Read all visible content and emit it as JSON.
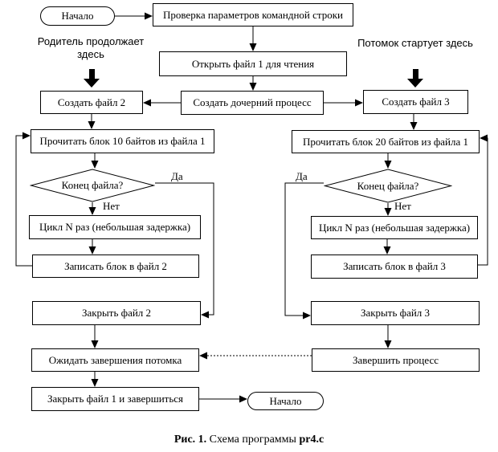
{
  "diagram": {
    "start_label": "Начало",
    "end_label": "Начало",
    "annotations": {
      "parent": "Родитель продолжает здесь",
      "child": "Потомок стартует здесь"
    },
    "edge_labels": {
      "yes": "Да",
      "no": "Нет"
    },
    "nodes": {
      "check_params": "Проверка параметров командной строки",
      "open_file1": "Открыть файл 1 для чтения",
      "create_file2": "Создать файл 2",
      "fork": "Создать дочерний процесс",
      "create_file3": "Создать файл 3",
      "read10": "Прочитать блок 10 байтов из файла 1",
      "read20": "Прочитать блок 20 байтов из файла 1",
      "eof_left": "Конец файла?",
      "eof_right": "Конец файла?",
      "loop_left": "Цикл  N  раз (небольшая задержка)",
      "loop_right": "Цикл  N  раз (небольшая задержка)",
      "write2": "Записать блок в файл 2",
      "write3": "Записать блок в файл 3",
      "close2": "Закрыть файл 2",
      "close3": "Закрыть файл 3",
      "wait_child": "Ожидать завершения потомка",
      "terminate": "Завершить процесс",
      "close1_exit": "Закрыть файл 1 и завершиться"
    },
    "caption": {
      "bold_prefix": "Рис. 1.",
      "text": " Схема программы ",
      "program": "pr4.c"
    },
    "colors": {
      "line": "#000000",
      "fill": "#ffffff"
    }
  }
}
